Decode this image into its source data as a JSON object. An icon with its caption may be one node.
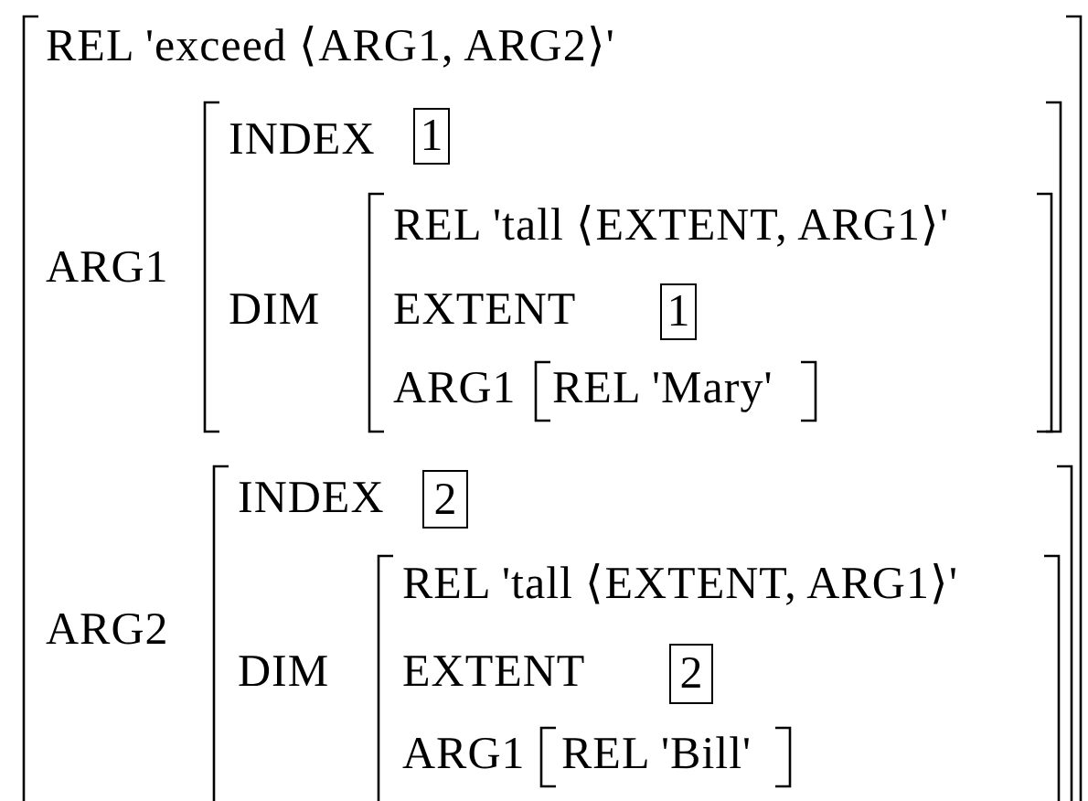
{
  "diagram": {
    "nodes": [
      {
        "text": [
          "REL 'exceed ⟨ARG1, ARG2⟩'",
          "ARG1",
          "ARG2"
        ]
      },
      {
        "text": [
          "INDEX",
          "DIM"
        ],
        "in": 0
      },
      {
        "text": [
          "1"
        ],
        "in": 1
      },
      {
        "text": [
          "REL 'tall ⟨EXTENT, ARG1⟩'",
          "EXTENT",
          "ARG1"
        ],
        "in": 1
      },
      {
        "text": [
          "1"
        ],
        "in": 3
      },
      {
        "text": [
          "REL 'Mary'"
        ],
        "in": 3
      },
      {
        "text": [
          "INDEX",
          "DIM"
        ],
        "in": 0
      },
      {
        "text": [
          "2"
        ],
        "in": 6
      },
      {
        "text": [
          "REL 'tall ⟨EXTENT, ARG1⟩'",
          "EXTENT",
          "ARG1"
        ],
        "in": 6
      },
      {
        "text": [
          "2"
        ],
        "in": 8
      },
      {
        "text": [
          "REL 'Bill'"
        ],
        "in": 8
      }
    ]
  }
}
